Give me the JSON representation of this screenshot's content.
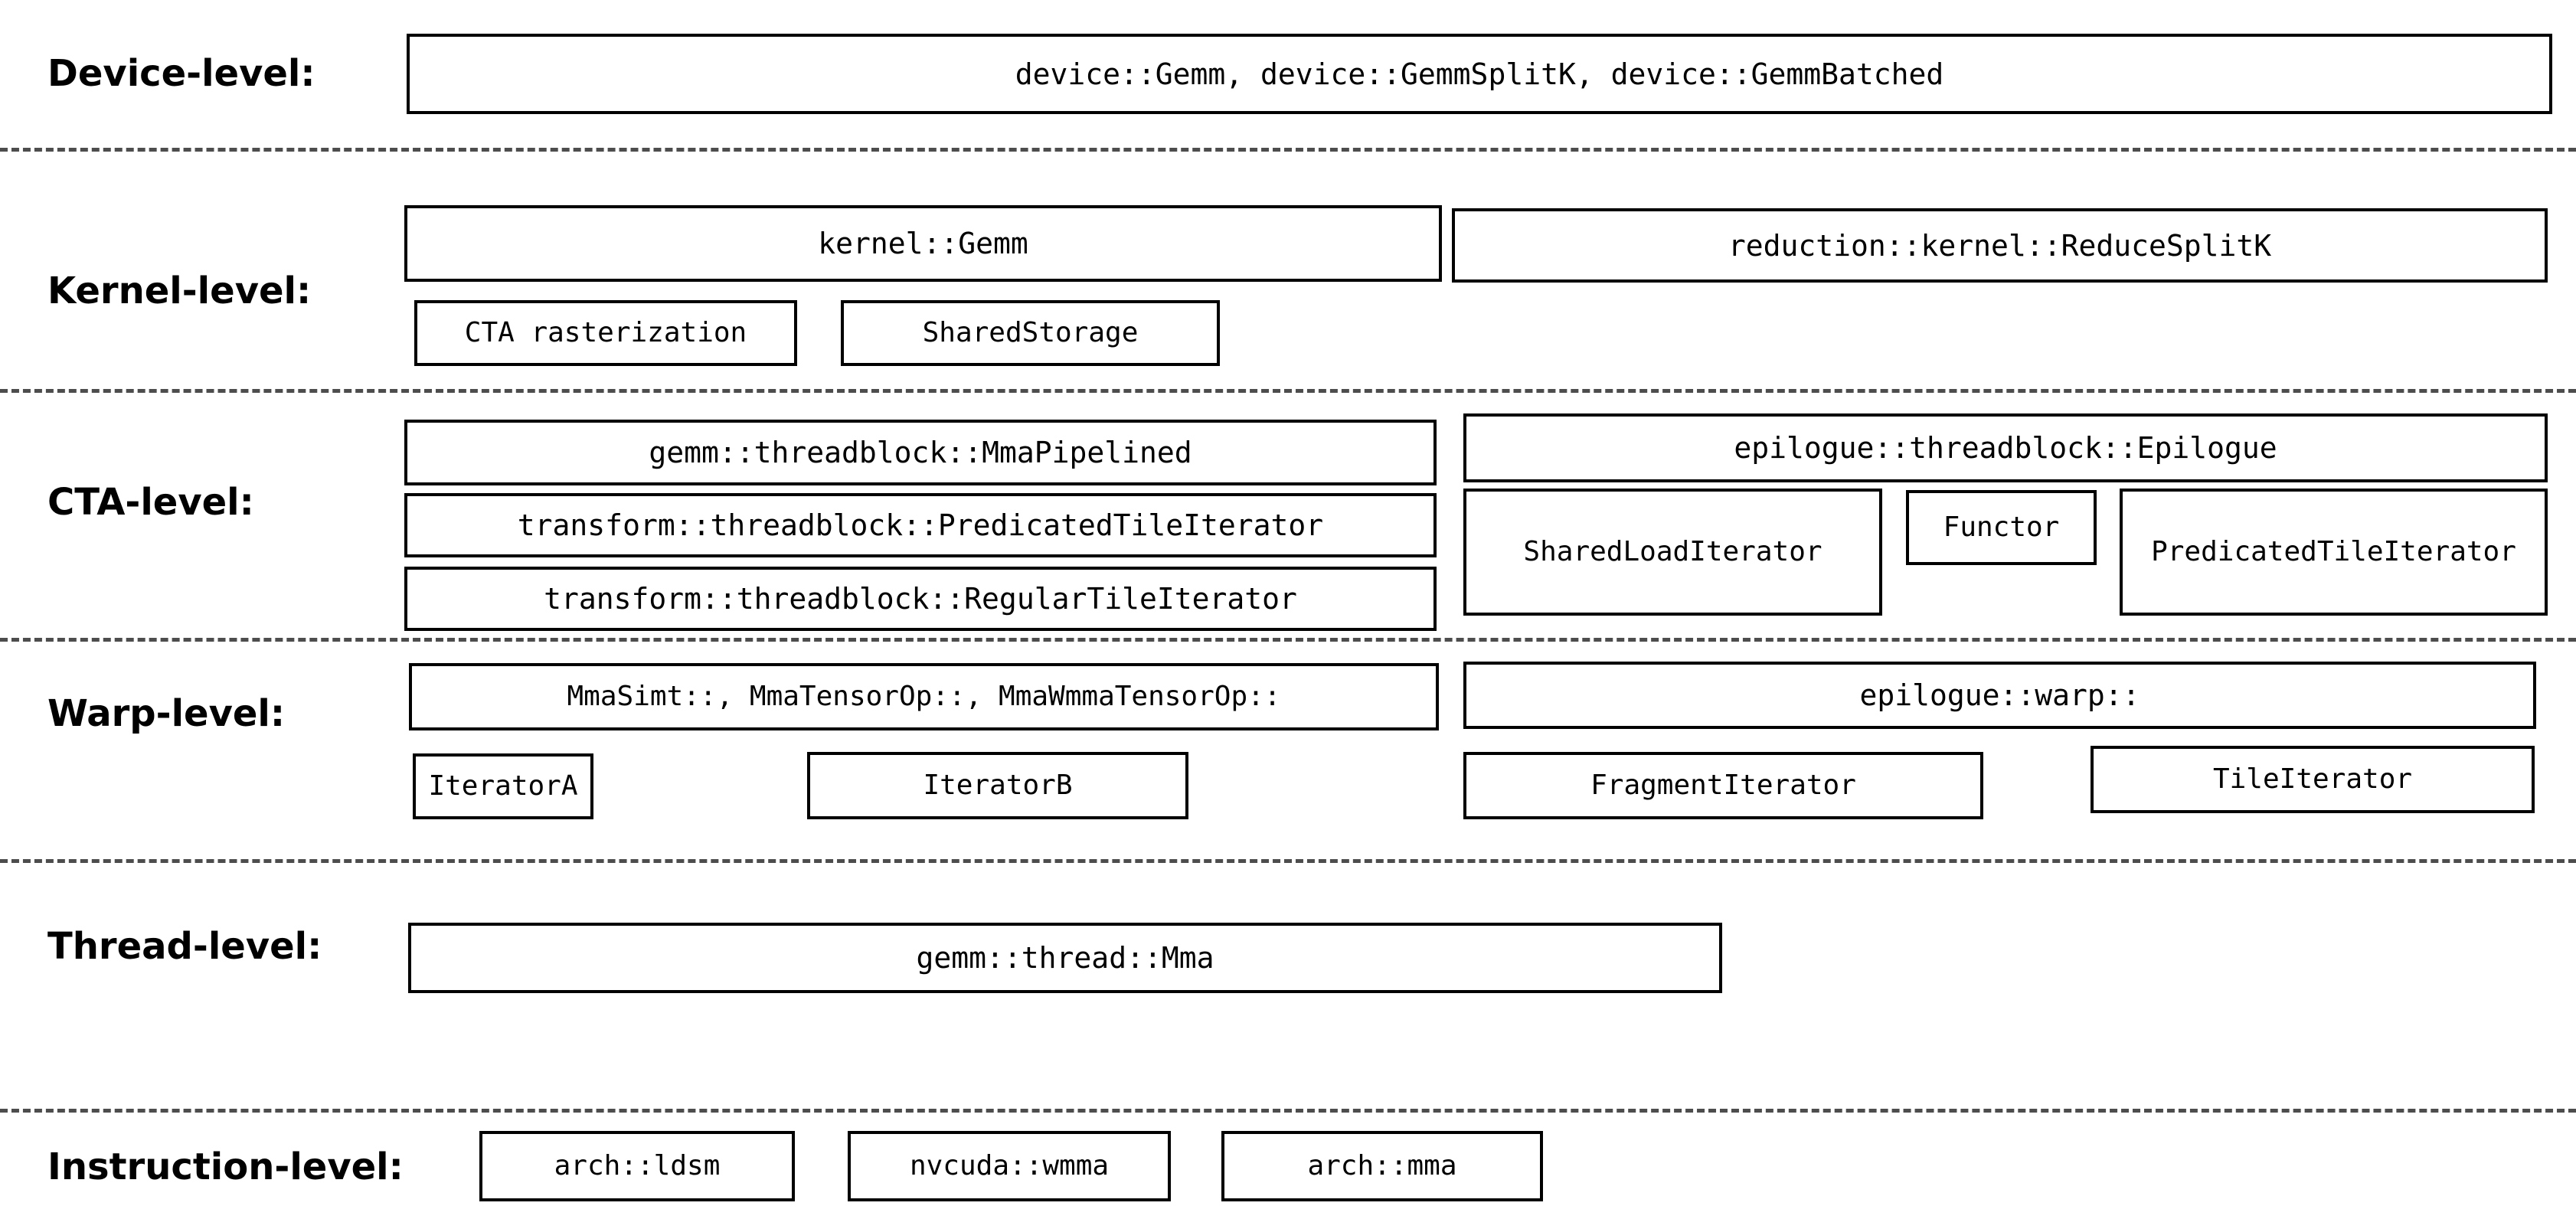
{
  "diagram": {
    "title": "CUTLASS GEMM hierarchical component decomposition",
    "separator_color": "#4d4d4d",
    "box_border_color": "#000000",
    "background_color": "#ffffff"
  },
  "levels": [
    {
      "id": "device",
      "label": "Device-level:",
      "nodes": [
        {
          "id": "device-gemm",
          "text": "device::Gemm, device::GemmSplitK, device::GemmBatched"
        }
      ]
    },
    {
      "id": "kernel",
      "label": "Kernel-level:",
      "nodes": [
        {
          "id": "kernel-gemm",
          "text": "kernel::Gemm"
        },
        {
          "id": "reduction-kernel-reducesplitk",
          "text": "reduction::kernel::ReduceSplitK"
        },
        {
          "id": "cta-rasterization",
          "text": "CTA rasterization"
        },
        {
          "id": "shared-storage",
          "text": "SharedStorage"
        }
      ]
    },
    {
      "id": "cta",
      "label": "CTA-level:",
      "nodes": [
        {
          "id": "gemm-threadblock-mmapipelined",
          "text": "gemm::threadblock::MmaPipelined"
        },
        {
          "id": "epilogue-threadblock-epilogue",
          "text": "epilogue::threadblock::Epilogue"
        },
        {
          "id": "transform-threadblock-predicatedtileiterator",
          "text": "transform::threadblock::PredicatedTileIterator"
        },
        {
          "id": "sharedloaditerator",
          "text": "SharedLoadIterator"
        },
        {
          "id": "functor",
          "text": "Functor"
        },
        {
          "id": "predicatedtileiterator",
          "text": "PredicatedTileIterator"
        },
        {
          "id": "transform-threadblock-regulartileiterator",
          "text": "transform::threadblock::RegularTileIterator"
        }
      ]
    },
    {
      "id": "warp",
      "label": "Warp-level:",
      "nodes": [
        {
          "id": "mma-warp-ops",
          "text": "MmaSimt::, MmaTensorOp::, MmaWmmaTensorOp::"
        },
        {
          "id": "epilogue-warp",
          "text": "epilogue::warp::"
        },
        {
          "id": "iterator-a",
          "text": "IteratorA"
        },
        {
          "id": "iterator-b",
          "text": "IteratorB"
        },
        {
          "id": "fragmentiterator",
          "text": "FragmentIterator"
        },
        {
          "id": "tileiterator",
          "text": "TileIterator"
        }
      ]
    },
    {
      "id": "thread",
      "label": "Thread-level:",
      "nodes": [
        {
          "id": "gemm-thread-mma",
          "text": "gemm::thread::Mma"
        }
      ]
    },
    {
      "id": "instruction",
      "label": "Instruction-level:",
      "nodes": [
        {
          "id": "arch-ldsm",
          "text": "arch::ldsm"
        },
        {
          "id": "nvcuda-wmma",
          "text": "nvcuda::wmma"
        },
        {
          "id": "arch-mma",
          "text": "arch::mma"
        }
      ]
    }
  ]
}
